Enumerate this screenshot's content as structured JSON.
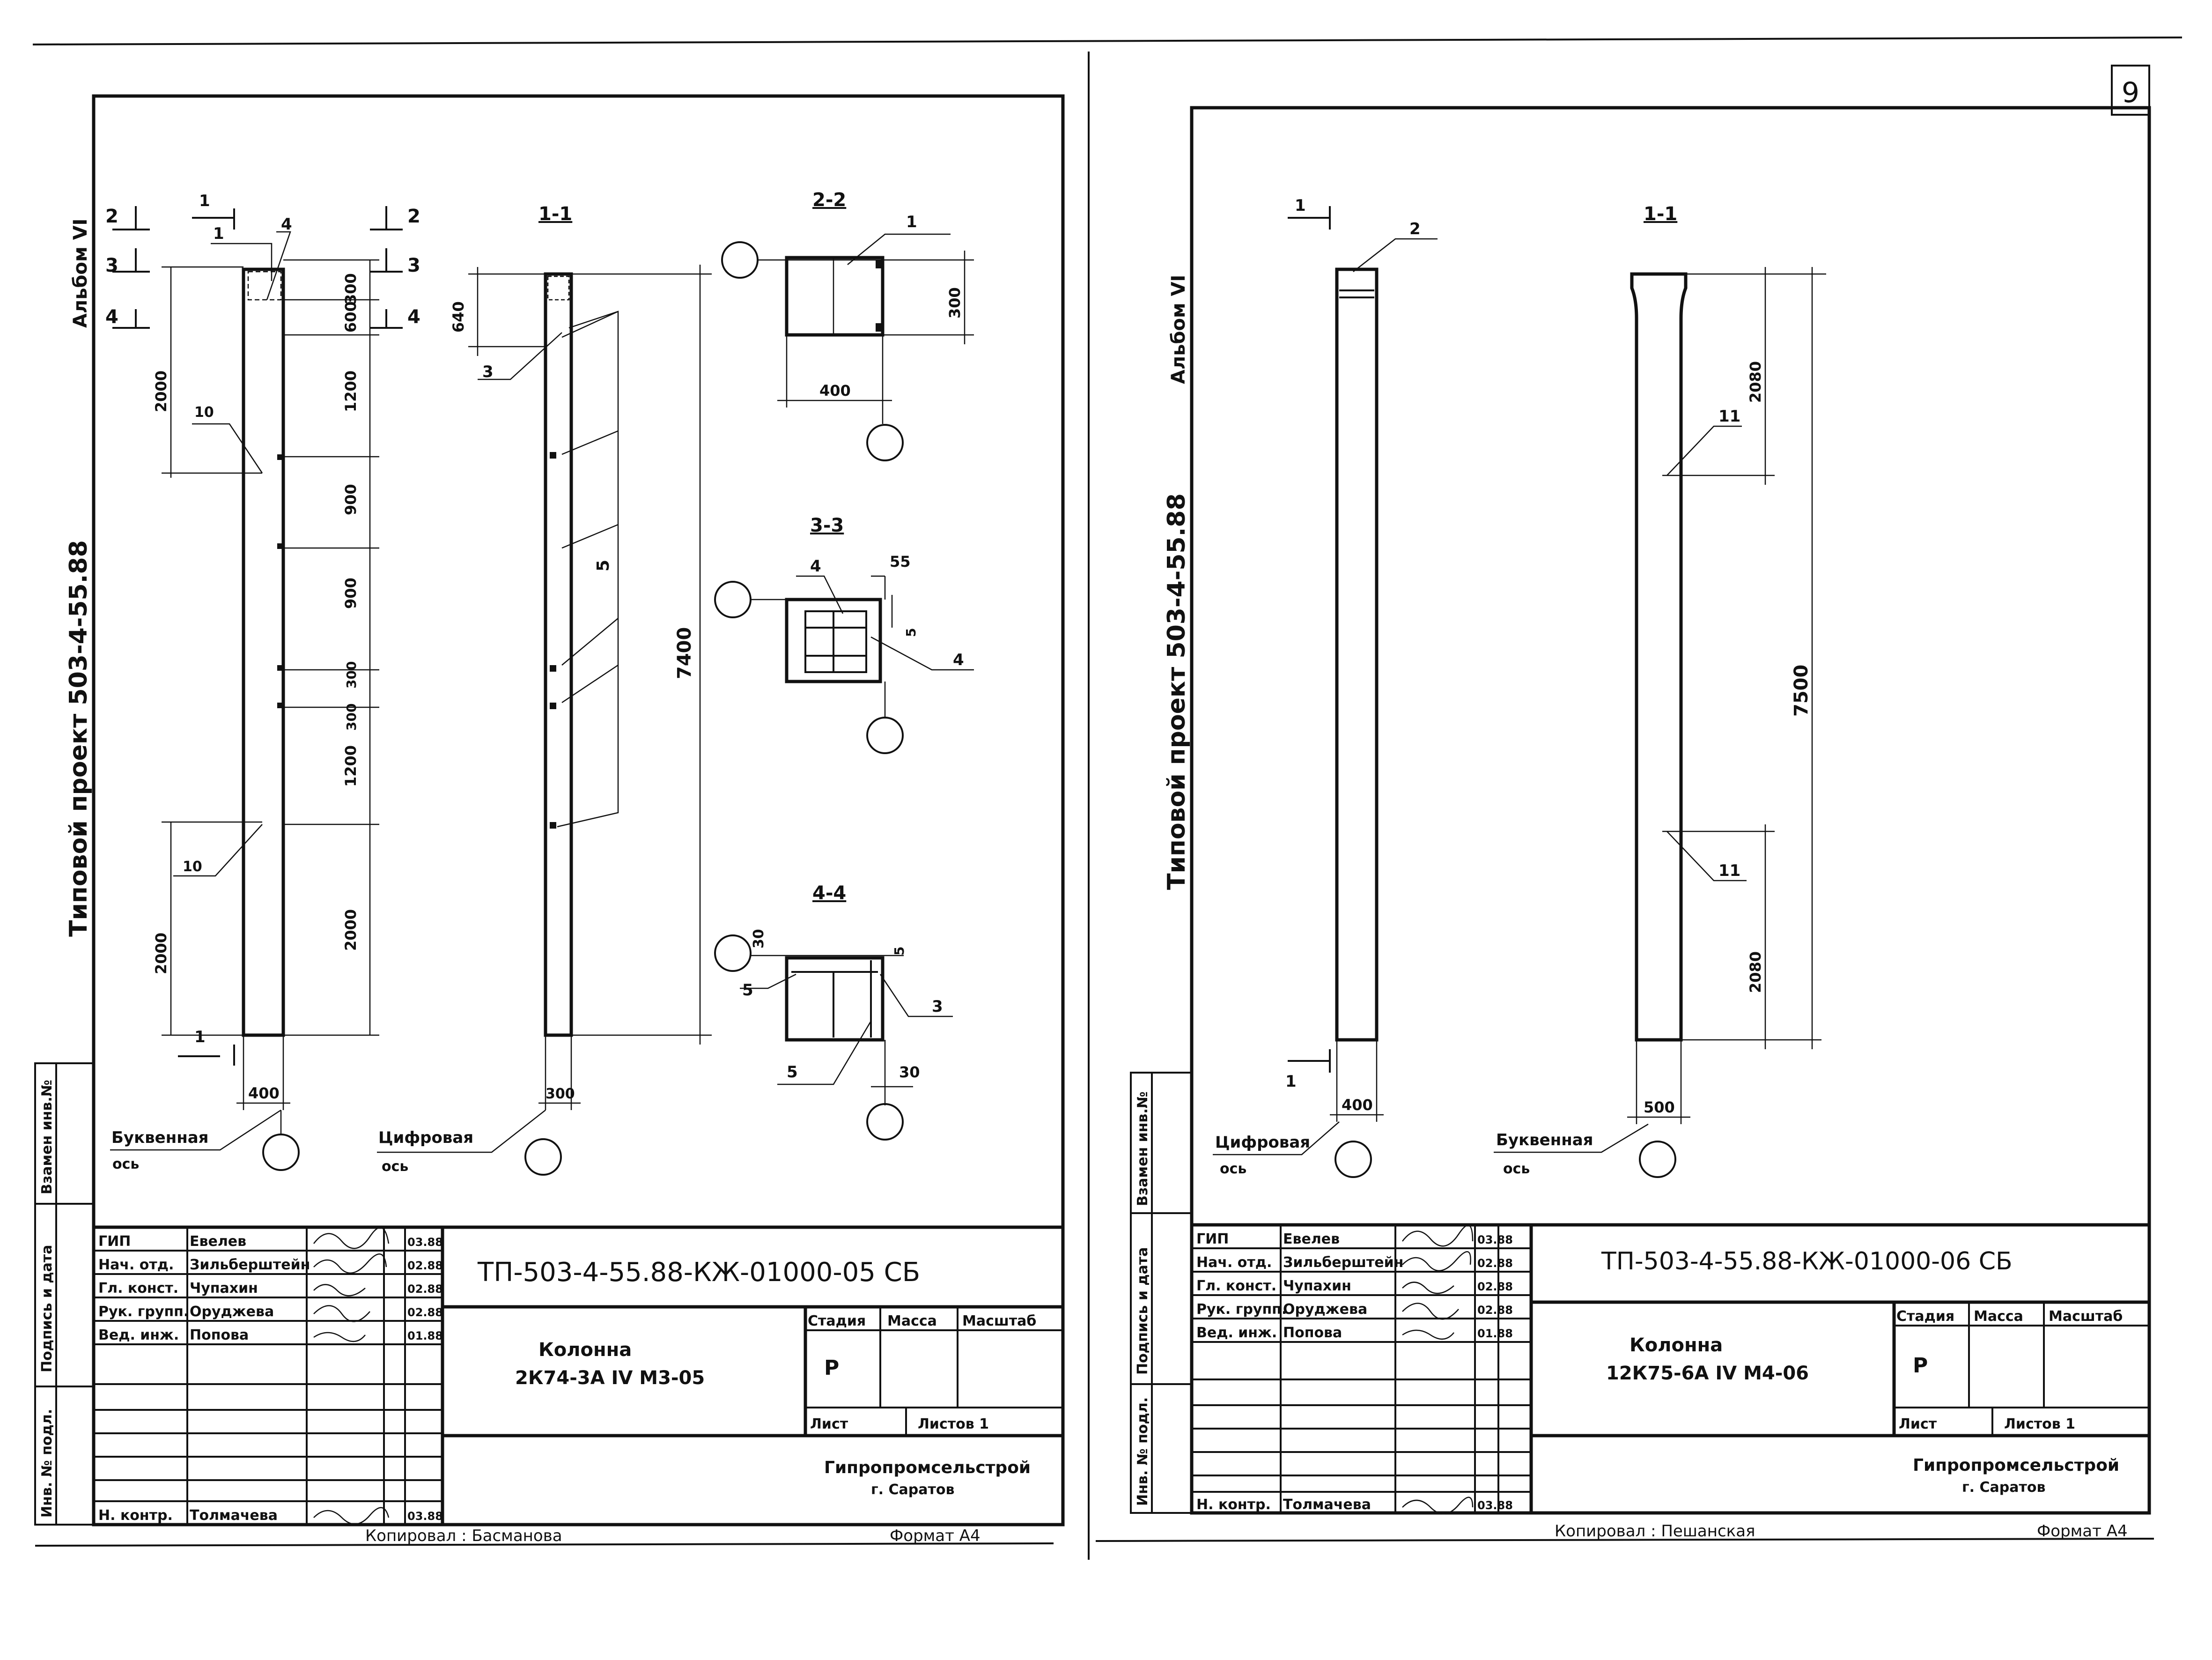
{
  "sheet": {
    "page_number": "9",
    "bottom_strip": {
      "left_copy": "Копировал : Басманова",
      "left_format": "Формат А4",
      "right_copy": "Копировал : Пешанская",
      "right_format": "Формат А4"
    }
  },
  "left": {
    "side_text": {
      "album": "Альбом VI",
      "project": "Типовой проект 503-4-55.88"
    },
    "stamp_boxes": [
      "Инв. № подл.",
      "Подпись и дата",
      "Взамен инв.№"
    ],
    "elevation": {
      "section_mark": "1",
      "cut_marks": [
        "2",
        "3",
        "4"
      ],
      "callouts": [
        "1",
        "4",
        "10",
        "10"
      ],
      "dims_right": [
        "300",
        "600",
        "1200",
        "900",
        "900",
        "300",
        "300",
        "1200",
        "2000"
      ],
      "dims_left": [
        "2000",
        "2000"
      ],
      "width": "400",
      "axis_label": [
        "Буквенная",
        "ось"
      ]
    },
    "section_1_1": {
      "title": "1-1",
      "dim_top": "640",
      "dim_total": "7400",
      "width": "300",
      "callouts": [
        "3",
        "5"
      ],
      "axis_label": [
        "Цифровая",
        "ось"
      ]
    },
    "section_2_2": {
      "title": "2-2",
      "callout": "1",
      "width": "400",
      "height": "300"
    },
    "section_3_3": {
      "title": "3-3",
      "callouts": [
        "4",
        "4"
      ],
      "dims": [
        "55",
        "5"
      ]
    },
    "section_4_4": {
      "title": "4-4",
      "callouts": [
        "5",
        "5",
        "3"
      ],
      "dims": [
        "30",
        "5",
        "30"
      ]
    },
    "title_block": {
      "rows": [
        {
          "role": "ГИП",
          "name": "Евелев",
          "date": "03.88"
        },
        {
          "role": "Нач. отд.",
          "name": "Зильберштейн",
          "date": "02.88"
        },
        {
          "role": "Гл. конст.",
          "name": "Чупахин",
          "date": "02.88"
        },
        {
          "role": "Рук. групп.",
          "name": "Оруджева",
          "date": "02.88"
        },
        {
          "role": "Вед. инж.",
          "name": "Попова",
          "date": "01.88"
        }
      ],
      "control": {
        "role": "Н. контр.",
        "name": "Толмачева",
        "date": "03.88"
      },
      "doc_code": "ТП-503-4-55.88-КЖ-01000-05 СБ",
      "item_name": [
        "Колонна",
        "2К74-3А IV М3-05"
      ],
      "stage_header": [
        "Стадия",
        "Масса",
        "Масштаб"
      ],
      "stage": "Р",
      "sheet_label": "Лист",
      "sheets_label": "Листов 1",
      "org": [
        "Гипропромсельстрой",
        "г. Саратов"
      ]
    }
  },
  "right": {
    "side_text": {
      "album": "Альбом VI",
      "project": "Типовой проект 503-4-55.88"
    },
    "stamp_boxes": [
      "Инв. № подл.",
      "Подпись и дата",
      "Взамен инв.№"
    ],
    "elevation": {
      "section_mark": "1",
      "callout": "2",
      "width": "400",
      "axis_label": [
        "Цифровая",
        "ось"
      ]
    },
    "section_1_1": {
      "title": "1-1",
      "dim_top": "2080",
      "dim_total": "7500",
      "dim_bottom": "2080",
      "callouts": [
        "11",
        "11"
      ],
      "width": "500",
      "axis_label": [
        "Буквенная",
        "ось"
      ]
    },
    "title_block": {
      "rows": [
        {
          "role": "ГИП",
          "name": "Евелев",
          "date": "03.88"
        },
        {
          "role": "Нач. отд.",
          "name": "Зильберштейн",
          "date": "02.88"
        },
        {
          "role": "Гл. конст.",
          "name": "Чупахин",
          "date": "02.88"
        },
        {
          "role": "Рук. групп.",
          "name": "Оруджева",
          "date": "02.88"
        },
        {
          "role": "Вед. инж.",
          "name": "Попова",
          "date": "01.88"
        }
      ],
      "control": {
        "role": "Н. контр.",
        "name": "Толмачева",
        "date": "03.88"
      },
      "doc_code": "ТП-503-4-55.88-КЖ-01000-06 СБ",
      "item_name": [
        "Колонна",
        "12К75-6А IV М4-06"
      ],
      "stage_header": [
        "Стадия",
        "Масса",
        "Масштаб"
      ],
      "stage": "Р",
      "sheet_label": "Лист",
      "sheets_label": "Листов 1",
      "org": [
        "Гипропромсельстрой",
        "г. Саратов"
      ]
    }
  }
}
